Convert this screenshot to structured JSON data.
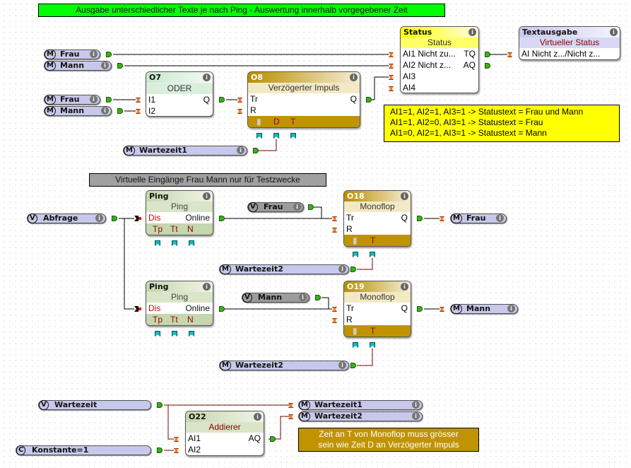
{
  "notes": {
    "title": "Ausgabe unterschiedlicher Texte je nach Ping - Auswertung innerhalb vorgegebener Zeit",
    "test_inputs": "Virtuelle Eingänge Frau Mann nur für Testzwecke",
    "status_rules": [
      "AI1=1, AI2=1, AI3=1   -> Statustext = Frau und Mann",
      "AI1=1, AI2=0, AI3=1   -> Statustext = Frau",
      "AI1=0, AI2=1, AI3=1   -> Statustext = Mann"
    ],
    "timing_hint": [
      "Zeit an T von Monoflop muss grösser",
      "sein wie Zeit D an Verzögerter Impuls"
    ]
  },
  "signals": {
    "m_frau_top": {
      "kind": "M",
      "label": "Frau"
    },
    "m_mann_top": {
      "kind": "M",
      "label": "Mann"
    },
    "m_frau_oder": {
      "kind": "M",
      "label": "Frau"
    },
    "m_mann_oder": {
      "kind": "M",
      "label": "Mann"
    },
    "m_wartezeit1_o8": {
      "kind": "M",
      "label": "Wartezeit1"
    },
    "v_abfrage": {
      "kind": "V",
      "label": "Abfrage"
    },
    "v_frau": {
      "kind": "V",
      "label": "Frau"
    },
    "m_frau_out": {
      "kind": "M",
      "label": "Frau"
    },
    "m_wartezeit2_o18": {
      "kind": "M",
      "label": "Wartezeit2"
    },
    "v_mann": {
      "kind": "V",
      "label": "Mann"
    },
    "m_mann_out": {
      "kind": "M",
      "label": "Mann"
    },
    "m_wartezeit2_o19": {
      "kind": "M",
      "label": "Wartezeit2"
    },
    "v_wartezeit": {
      "kind": "V",
      "label": "Wartezeit"
    },
    "c_konstante": {
      "kind": "C",
      "label": "Konstante=1"
    },
    "m_wartezeit1_out": {
      "kind": "M",
      "label": "Wartezeit1"
    },
    "m_wartezeit2_out": {
      "kind": "M",
      "label": "Wartezeit2"
    }
  },
  "blocks": {
    "o7": {
      "id": "O7",
      "type": "ODER",
      "inputs": [
        "I1",
        "I2"
      ],
      "output": "Q"
    },
    "o8": {
      "id": "O8",
      "type": "Verzögerter Impuls",
      "inputs": [
        "Tr",
        "R"
      ],
      "output": "Q",
      "params": [
        "D",
        "T"
      ]
    },
    "status": {
      "id": "Status",
      "type": "Status",
      "inputs": [
        "AI1 Nicht zu...",
        "AI2 Nicht z...",
        "AI3",
        "AI4"
      ],
      "outputs": [
        "TQ",
        "AQ"
      ]
    },
    "textausgabe": {
      "id": "Textausgabe",
      "type": "Virtueller Status",
      "inputs": [
        "AI  Nicht z.../Nicht z..."
      ]
    },
    "ping1": {
      "id": "Ping",
      "type": "Ping",
      "input": "Dis",
      "output": "Online",
      "params": [
        "Tp",
        "Tt",
        "N"
      ]
    },
    "ping2": {
      "id": "Ping",
      "type": "Ping",
      "input": "Dis",
      "output": "Online",
      "params": [
        "Tp",
        "Tt",
        "N"
      ]
    },
    "o18": {
      "id": "O18",
      "type": "Monoflop",
      "inputs": [
        "Tr",
        "R"
      ],
      "output": "Q",
      "params": [
        "T"
      ]
    },
    "o19": {
      "id": "O19",
      "type": "Monoflop",
      "inputs": [
        "Tr",
        "R"
      ],
      "output": "Q",
      "params": [
        "T"
      ]
    },
    "o22": {
      "id": "O22",
      "type": "Addierer",
      "inputs": [
        "AI1",
        "AI2"
      ],
      "output": "AQ"
    }
  },
  "icons": {
    "info": "i"
  }
}
